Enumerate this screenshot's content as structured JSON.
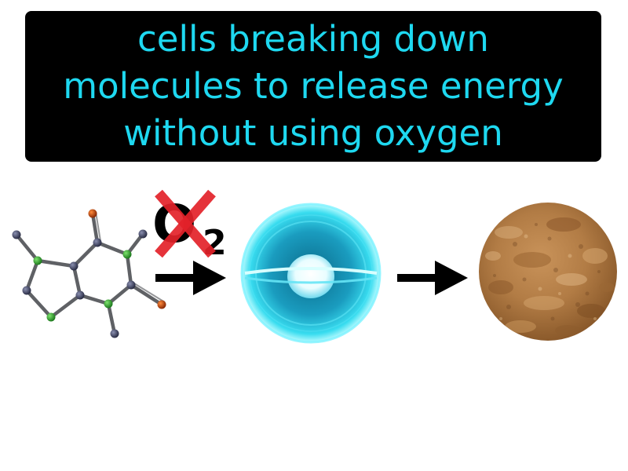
{
  "definition": {
    "lines": [
      "cells breaking down",
      "molecules to release energy",
      "without using oxygen"
    ]
  },
  "oxygen_symbol": {
    "element": "O",
    "subscript": "2"
  },
  "icons": {
    "molecule": "molecule-icon",
    "no_oxygen": "no-oxygen-cross-icon",
    "cell": "cell-icon",
    "energy": "energy-texture-icon",
    "arrow": "arrow-right-icon"
  },
  "colors": {
    "caption_text": "#1ed8f0",
    "caption_background": "#000000",
    "cross": "#e3222a",
    "cell": "#2fd3e8",
    "energy": "#b9844a"
  }
}
